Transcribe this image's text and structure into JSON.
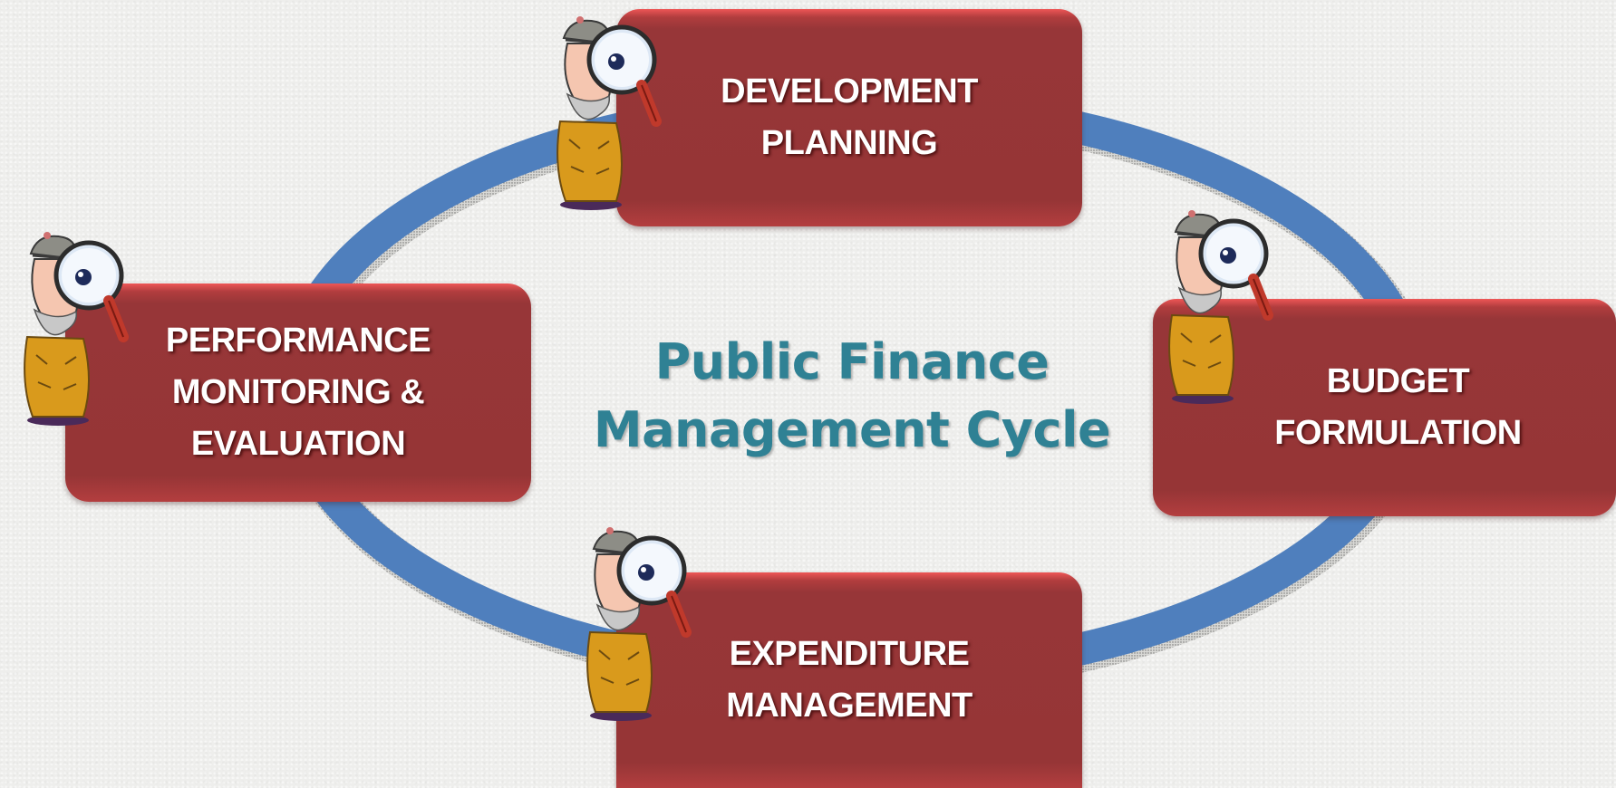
{
  "diagram": {
    "title": "Public Finance\nManagement Cycle",
    "stages": [
      {
        "id": "development-planning",
        "label": "DEVELOPMENT\nPLANNING"
      },
      {
        "id": "budget-formulation",
        "label": "BUDGET\nFORMULATION"
      },
      {
        "id": "expenditure-management",
        "label": "EXPENDITURE\nMANAGEMENT"
      },
      {
        "id": "performance-monitoring",
        "label": "PERFORMANCE\nMONITORING &\nEVALUATION"
      }
    ]
  },
  "colors": {
    "box_fill": "#963536",
    "box_top_highlight": "#ee5656",
    "ring": "#4f7fbd",
    "title_text": "#2f8194",
    "label_text": "#ffffff"
  },
  "icons": {
    "stage_mascot": "detective-magnifier-icon"
  }
}
